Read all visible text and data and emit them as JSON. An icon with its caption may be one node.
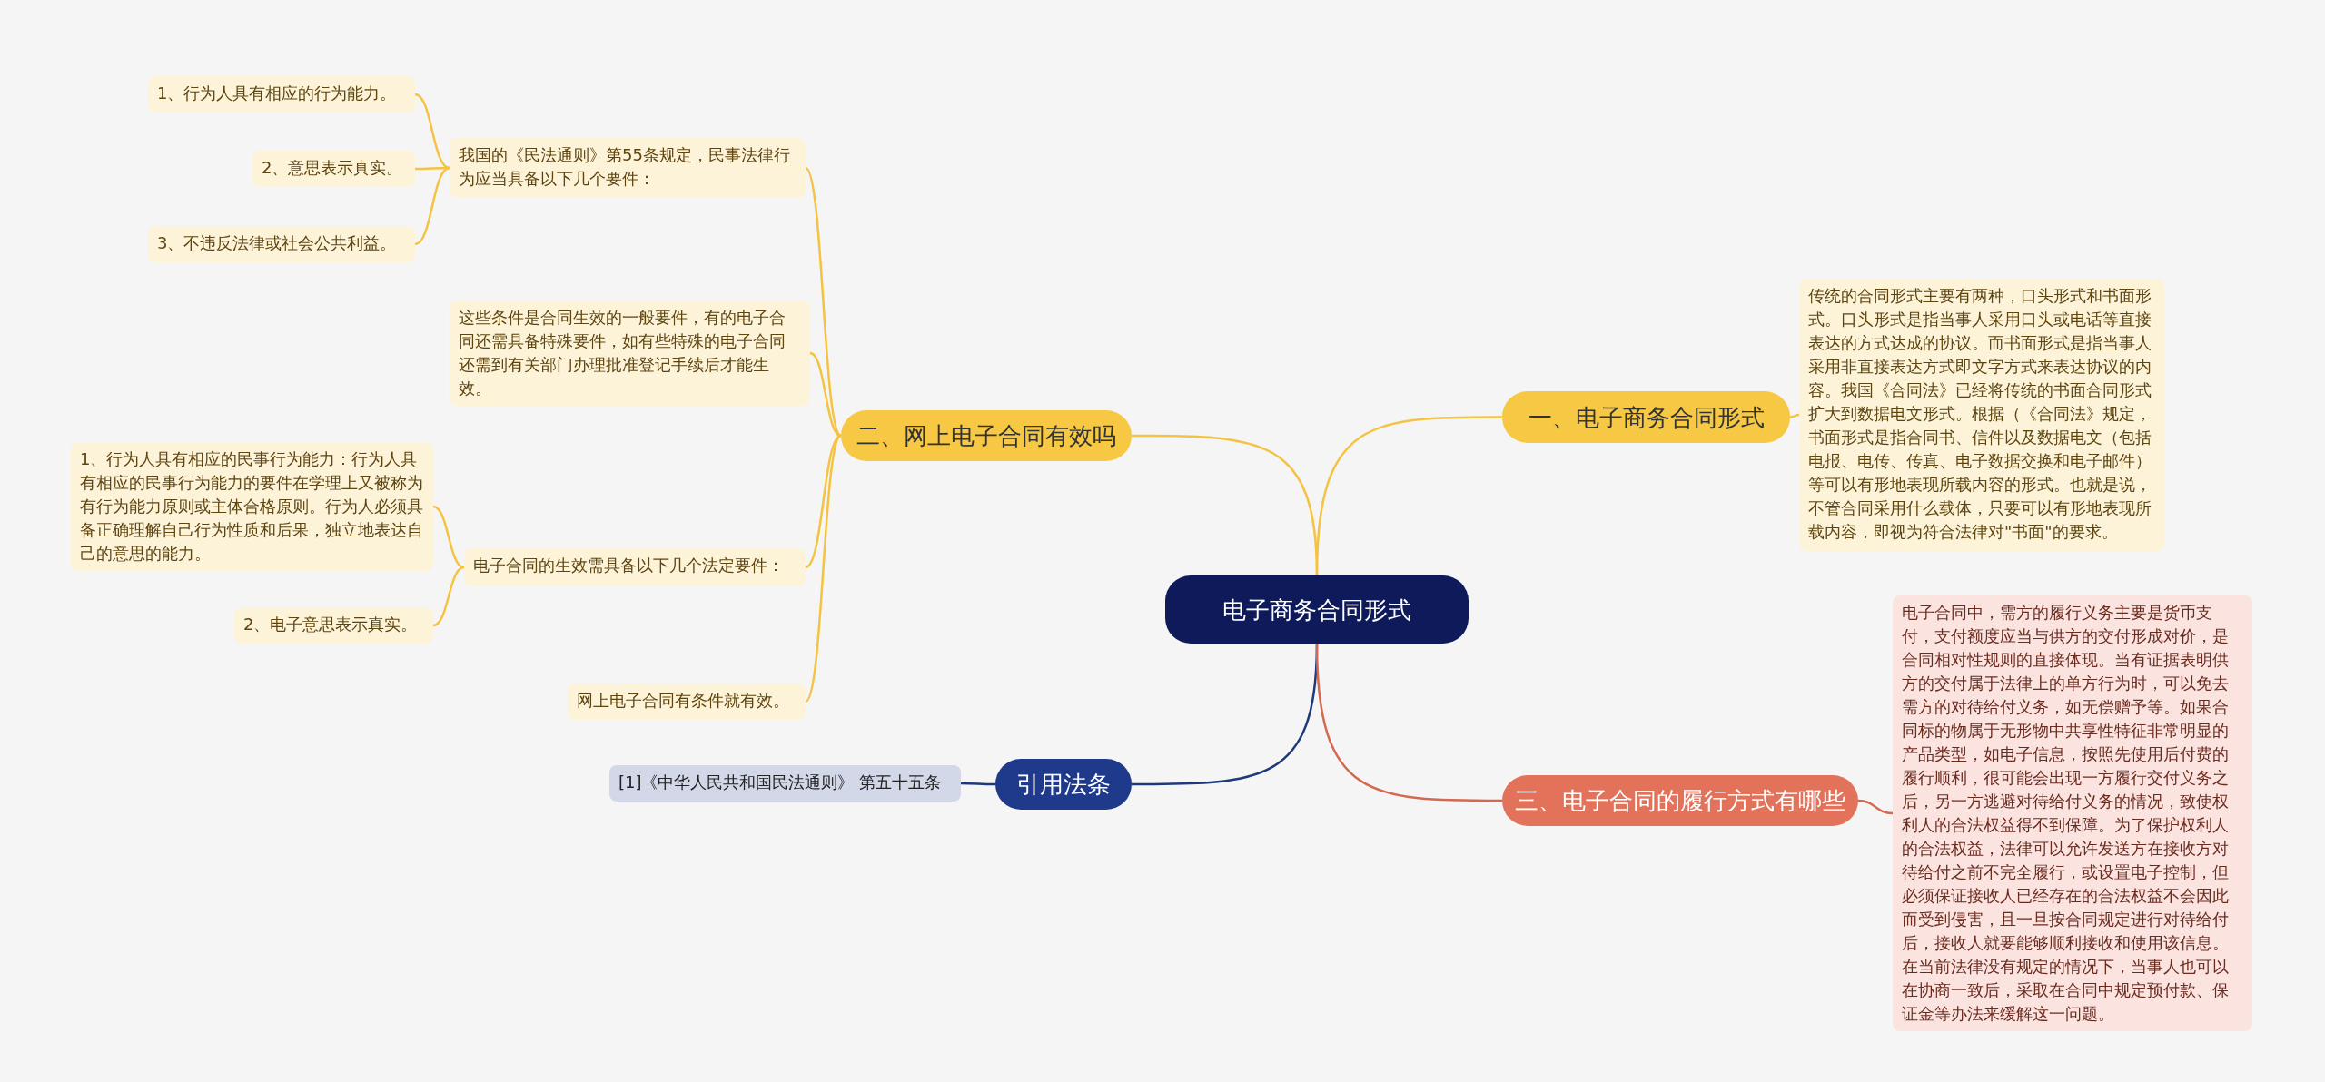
{
  "diagram": {
    "nodes": [
      {
        "text": [
          "电子商务合同形式"
        ]
      },
      {
        "text": [
          "二、网上电子合同有效吗"
        ]
      },
      {
        "text": [
          "我国的《民法通则》第55条规定，民事法律行为应当具备以下几个要件："
        ]
      },
      {
        "text": [
          "1、行为人具有相应的行为能力。"
        ]
      },
      {
        "text": [
          "2、意思表示真实。"
        ]
      },
      {
        "text": [
          "3、不违反法律或社会公共利益。"
        ]
      },
      {
        "text": [
          "这些条件是合同生效的一般要件，有的电子合同还需具备特殊要件，如有些特殊的电子合同还需到有关部门办理批准登记手续后才能生效。"
        ]
      },
      {
        "text": [
          "电子合同的生效需具备以下几个法定要件："
        ]
      },
      {
        "text": [
          "1、行为人具有相应的民事行为能力：行为人具有相应的民事行为能力的要件在学理上又被称为有行为能力原则或主体合格原则。行为人必须具备正确理解自己行为性质和后果，独立地表达自己的意思的能力。"
        ]
      },
      {
        "text": [
          "2、电子意思表示真实。"
        ]
      },
      {
        "text": [
          "网上电子合同有条件就有效。"
        ]
      },
      {
        "text": [
          "引用法条"
        ]
      },
      {
        "text": [
          "[1]《中华人民共和国民法通则》 第五十五条"
        ]
      },
      {
        "text": [
          "一、电子商务合同形式"
        ]
      },
      {
        "text": [
          "传统的合同形式主要有两种，口头形式和书面形式。口头形式是指当事人采用口头或电话等直接表达的方式达成的协议。而书面形式是指当事人采用非直接表达方式即文字方式来表达协议的内容。我国《合同法》已经将传统的书面合同形式扩大到数据电文形式。根据（《合同法》规定，书面形式是指合同书、信件以及数据电文（包括电报、电传、传真、电子数据交换和电子邮件）等可以有形地表现所载内容的形式。也就是说，不管合同采用什么载体，只要可以有形地表现所载内容，即视为符合法律对\"书面\"的要求。"
        ]
      },
      {
        "text": [
          "三、电子合同的履行方式有哪些"
        ]
      },
      {
        "text": [
          "电子合同中，需方的履行义务主要是货币支付，支付额度应当与供方的交付形成对价，是合同相对性规则的直接体现。当有证据表明供方的交付属于法律上的单方行为时，可以免去需方的对待给付义务，如无偿赠予等。如果合同标的物属于无形物中共享性特征非常明显的产品类型，如电子信息，按照先使用后付费的履行顺利，很可能会出现一方履行交付义务之后，另一方逃避对待给付义务的情况，致使权利人的合法权益得不到保障。为了保护权利人的合法权益，法律可以允许发送方在接收方对待给付之前不完全履行，或设置电子控制，但必须保证接收人已经存在的合法权益不会因此而受到侵害，且一旦按合同规定进行对待给付后，接收人就要能够顺利接收和使用该信息。在当前法律没有规定的情况下，当事人也可以在协商一致后，采取在合同中规定预付款、保证金等办法来缓解这一问题。"
        ]
      }
    ],
    "edges": [
      {
        "from": 0,
        "to": 1,
        "arrow": "none"
      },
      {
        "from": 1,
        "to": 2,
        "arrow": "none"
      },
      {
        "from": 2,
        "to": 3,
        "arrow": "none"
      },
      {
        "from": 2,
        "to": 4,
        "arrow": "none"
      },
      {
        "from": 2,
        "to": 5,
        "arrow": "none"
      },
      {
        "from": 1,
        "to": 6,
        "arrow": "none"
      },
      {
        "from": 1,
        "to": 7,
        "arrow": "none"
      },
      {
        "from": 7,
        "to": 8,
        "arrow": "none"
      },
      {
        "from": 7,
        "to": 9,
        "arrow": "none"
      },
      {
        "from": 1,
        "to": 10,
        "arrow": "none"
      },
      {
        "from": 0,
        "to": 11,
        "arrow": "none",
        "color": "#1f3a7a"
      },
      {
        "from": 11,
        "to": 12,
        "arrow": "none",
        "color": "#1f3a7a"
      },
      {
        "from": 0,
        "to": 13,
        "arrow": "none"
      },
      {
        "from": 13,
        "to": 14,
        "arrow": "none"
      },
      {
        "from": 0,
        "to": 15,
        "arrow": "none",
        "color": "#d3694e"
      },
      {
        "from": 15,
        "to": 16,
        "arrow": "none",
        "color": "#d3694e"
      }
    ]
  }
}
